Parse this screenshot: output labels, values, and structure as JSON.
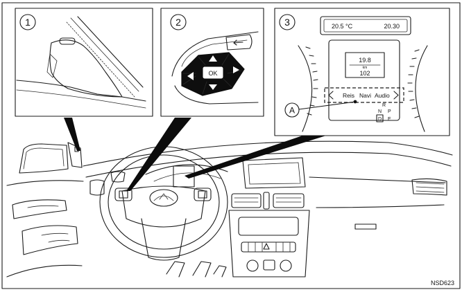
{
  "panels": [
    {
      "number": "1"
    },
    {
      "number": "2",
      "ok_label": "OK"
    },
    {
      "number": "3",
      "temperature": "20.5 °C",
      "clock": "20.30",
      "readout_value": "19.8",
      "readout_unit": "km",
      "readout_value2": "102",
      "menu": [
        "Reis",
        "Navi",
        "Audio"
      ],
      "gear_letters": [
        "R",
        "N",
        "P",
        "D",
        "E"
      ]
    }
  ],
  "callout_label": "A",
  "figure_code": "NSD623",
  "colors": {
    "line": "#1a1a1a",
    "background": "#ffffff",
    "dark_fill": "#111111"
  }
}
